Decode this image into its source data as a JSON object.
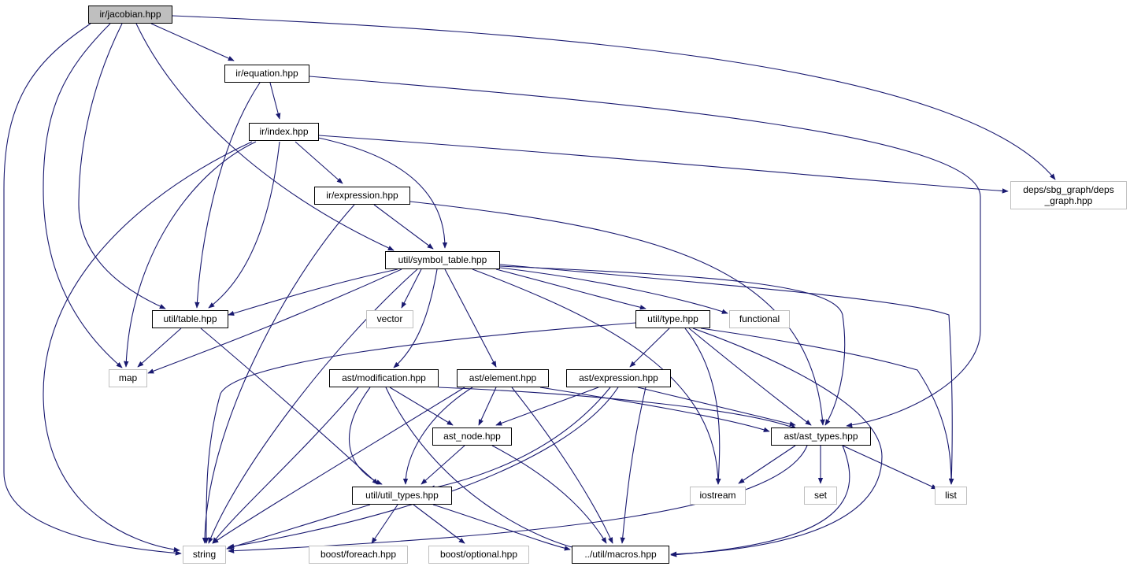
{
  "graph": {
    "root": "ir/jacobian.hpp",
    "nodes": {
      "jacobian": "ir/jacobian.hpp",
      "equation": "ir/equation.hpp",
      "index": "ir/index.hpp",
      "expression": "ir/expression.hpp",
      "deps_graph": "deps/sbg_graph/deps_graph.hpp",
      "deps_graph_line1": "deps/sbg_graph/deps",
      "deps_graph_line2": "_graph.hpp",
      "symbol_table": "util/symbol_table.hpp",
      "table": "util/table.hpp",
      "vector": "vector",
      "type": "util/type.hpp",
      "functional": "functional",
      "map": "map",
      "modification": "ast/modification.hpp",
      "element": "ast/element.hpp",
      "ast_expression": "ast/expression.hpp",
      "ast_node": "ast_node.hpp",
      "ast_types": "ast/ast_types.hpp",
      "util_types": "util/util_types.hpp",
      "iostream": "iostream",
      "set": "set",
      "list": "list",
      "string": "string",
      "foreach": "boost/foreach.hpp",
      "optional": "boost/optional.hpp",
      "macros": "../util/macros.hpp"
    },
    "edge_color": "#191970",
    "documented_border": "#000000",
    "external_border": "#bfbfbf",
    "root_fill": "#bfbfbf"
  }
}
